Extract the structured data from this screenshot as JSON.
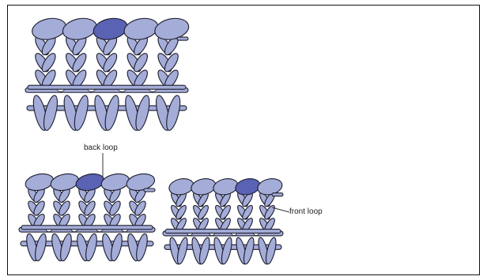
{
  "labels": {
    "back_loop": "back loop",
    "front_loop": "front loop"
  },
  "colors": {
    "yarn_fill": "#a4acd8",
    "yarn_stroke": "#1c1c2c",
    "highlight_fill": "#5a62b4",
    "frame": "#111111",
    "background": "#ffffff"
  },
  "swatches": [
    {
      "id": "top-swatch",
      "highlight_column": 3
    },
    {
      "id": "bottom-left-swatch",
      "highlight_column": 3
    },
    {
      "id": "bottom-right-swatch",
      "highlight_column": 4
    }
  ]
}
